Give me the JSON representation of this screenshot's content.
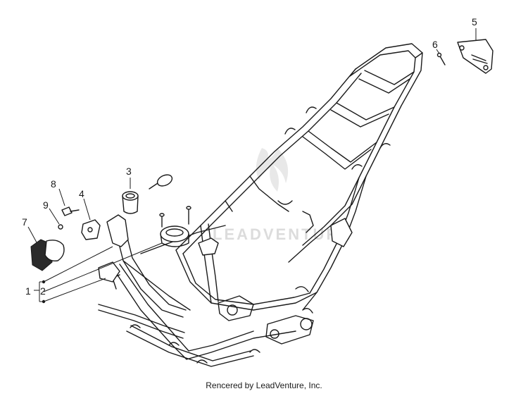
{
  "footer": {
    "credit": "Rencered by LeadVenture, Inc."
  },
  "watermark": {
    "text": "LEADVENTURE"
  },
  "callouts": [
    {
      "id": "1",
      "label": "1"
    },
    {
      "id": "2",
      "label": "2"
    },
    {
      "id": "3",
      "label": "3"
    },
    {
      "id": "4",
      "label": "4"
    },
    {
      "id": "5",
      "label": "5"
    },
    {
      "id": "6",
      "label": "6"
    },
    {
      "id": "7",
      "label": "7"
    },
    {
      "id": "8",
      "label": "8"
    },
    {
      "id": "9",
      "label": "9"
    }
  ]
}
